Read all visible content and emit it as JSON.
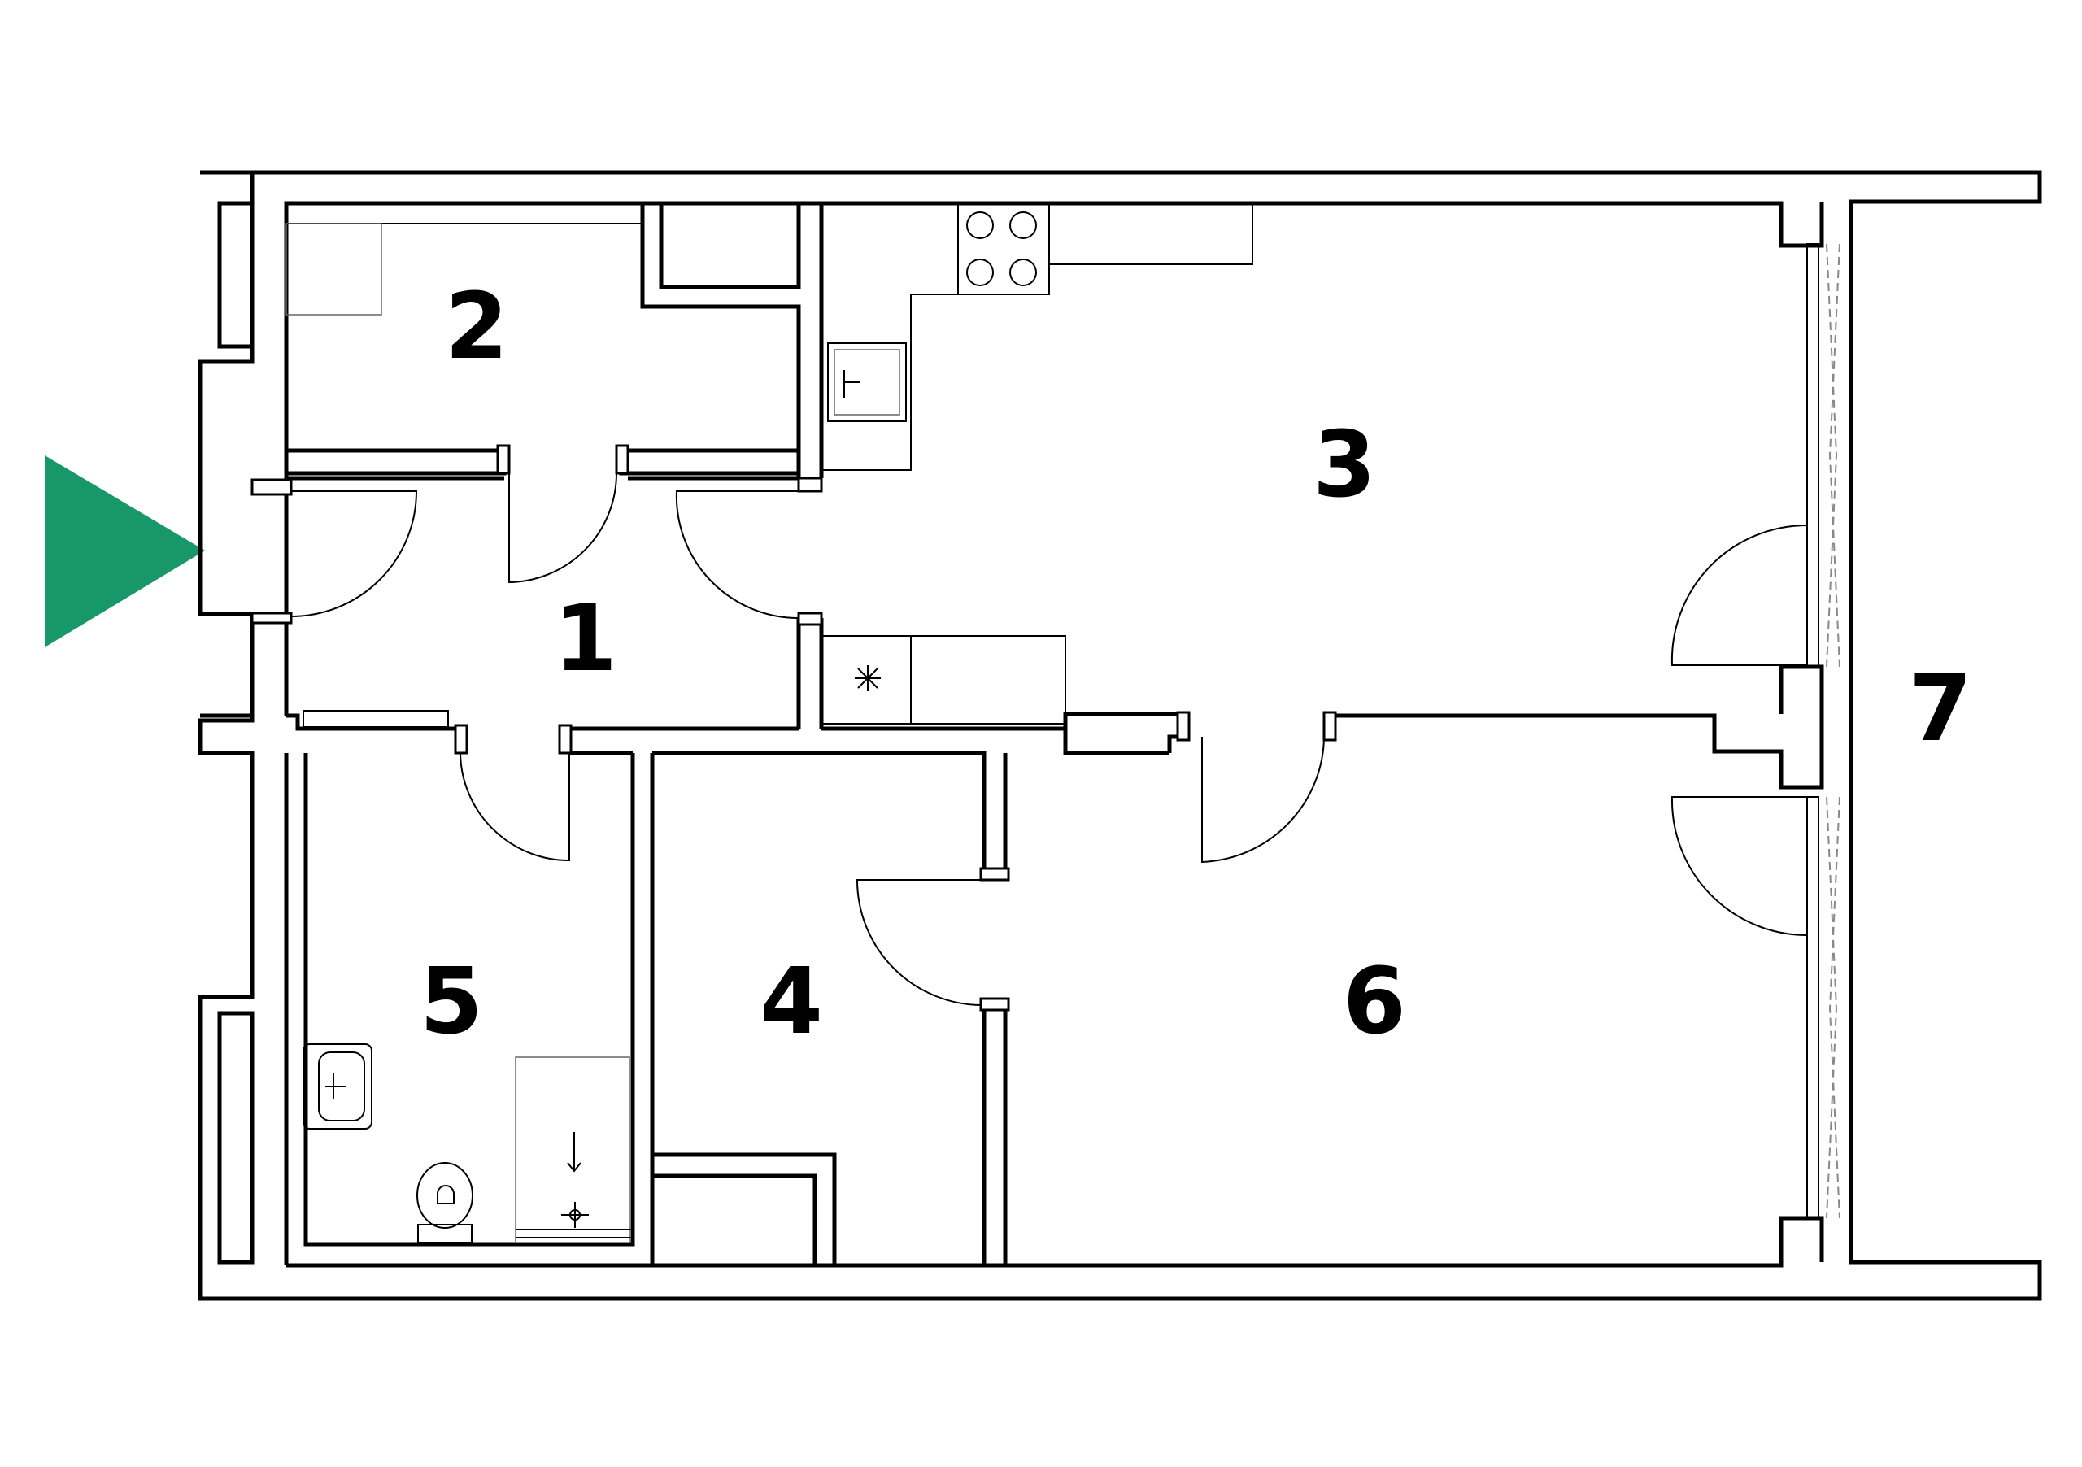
{
  "entrance_arrow": {
    "color": "#17976a"
  },
  "rooms": [
    {
      "id": "1",
      "label": "1"
    },
    {
      "id": "2",
      "label": "2"
    },
    {
      "id": "3",
      "label": "3"
    },
    {
      "id": "4",
      "label": "4"
    },
    {
      "id": "5",
      "label": "5"
    },
    {
      "id": "6",
      "label": "6"
    },
    {
      "id": "7",
      "label": "7"
    }
  ],
  "colors": {
    "walls": "#000000",
    "background": "#ffffff"
  }
}
